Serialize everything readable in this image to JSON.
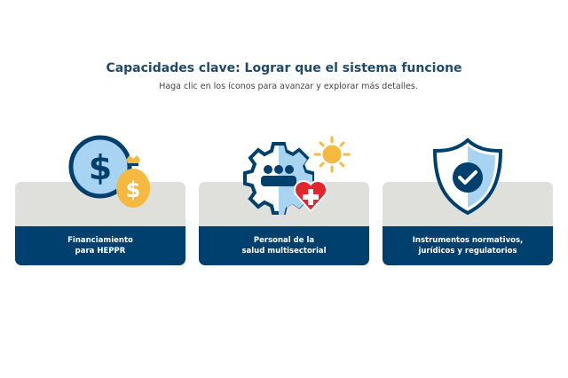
{
  "header": {
    "title": "Capacidades clave: Lograr que el sistema funcione",
    "subtitle": "Haga clic en los íconos para avanzar y explorar más detalles."
  },
  "cards": [
    {
      "line1": "Financiamiento",
      "line2": "para HEPPR",
      "icon": "money-bag-icon"
    },
    {
      "line1": "Personal de la",
      "line2": "salud multisectorial",
      "icon": "gear-people-heart-icon"
    },
    {
      "line1": "Instrumentos normativos,",
      "line2": "jurídicos y regulatorios",
      "icon": "shield-check-icon"
    }
  ],
  "colors": {
    "navy": "#00406e",
    "light_blue": "#a8d4f2",
    "gold": "#f5b942",
    "red": "#e3262e",
    "gray": "#dfdfdb"
  }
}
